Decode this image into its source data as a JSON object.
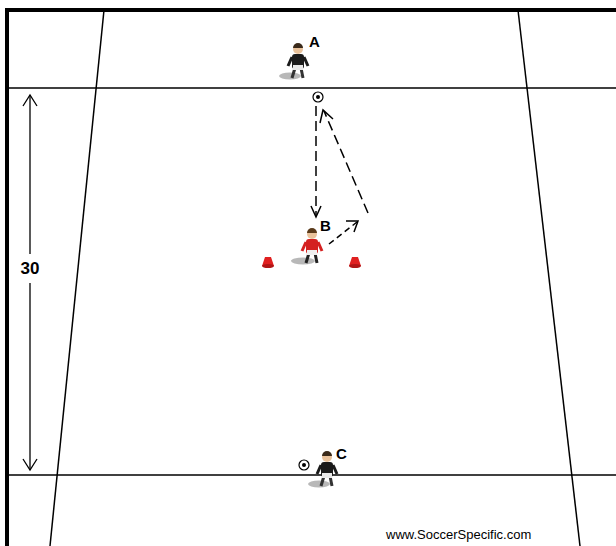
{
  "diagram": {
    "labels": [
      "A",
      "B",
      "30",
      "C",
      "www.SoccerSpecific.com"
    ]
  }
}
